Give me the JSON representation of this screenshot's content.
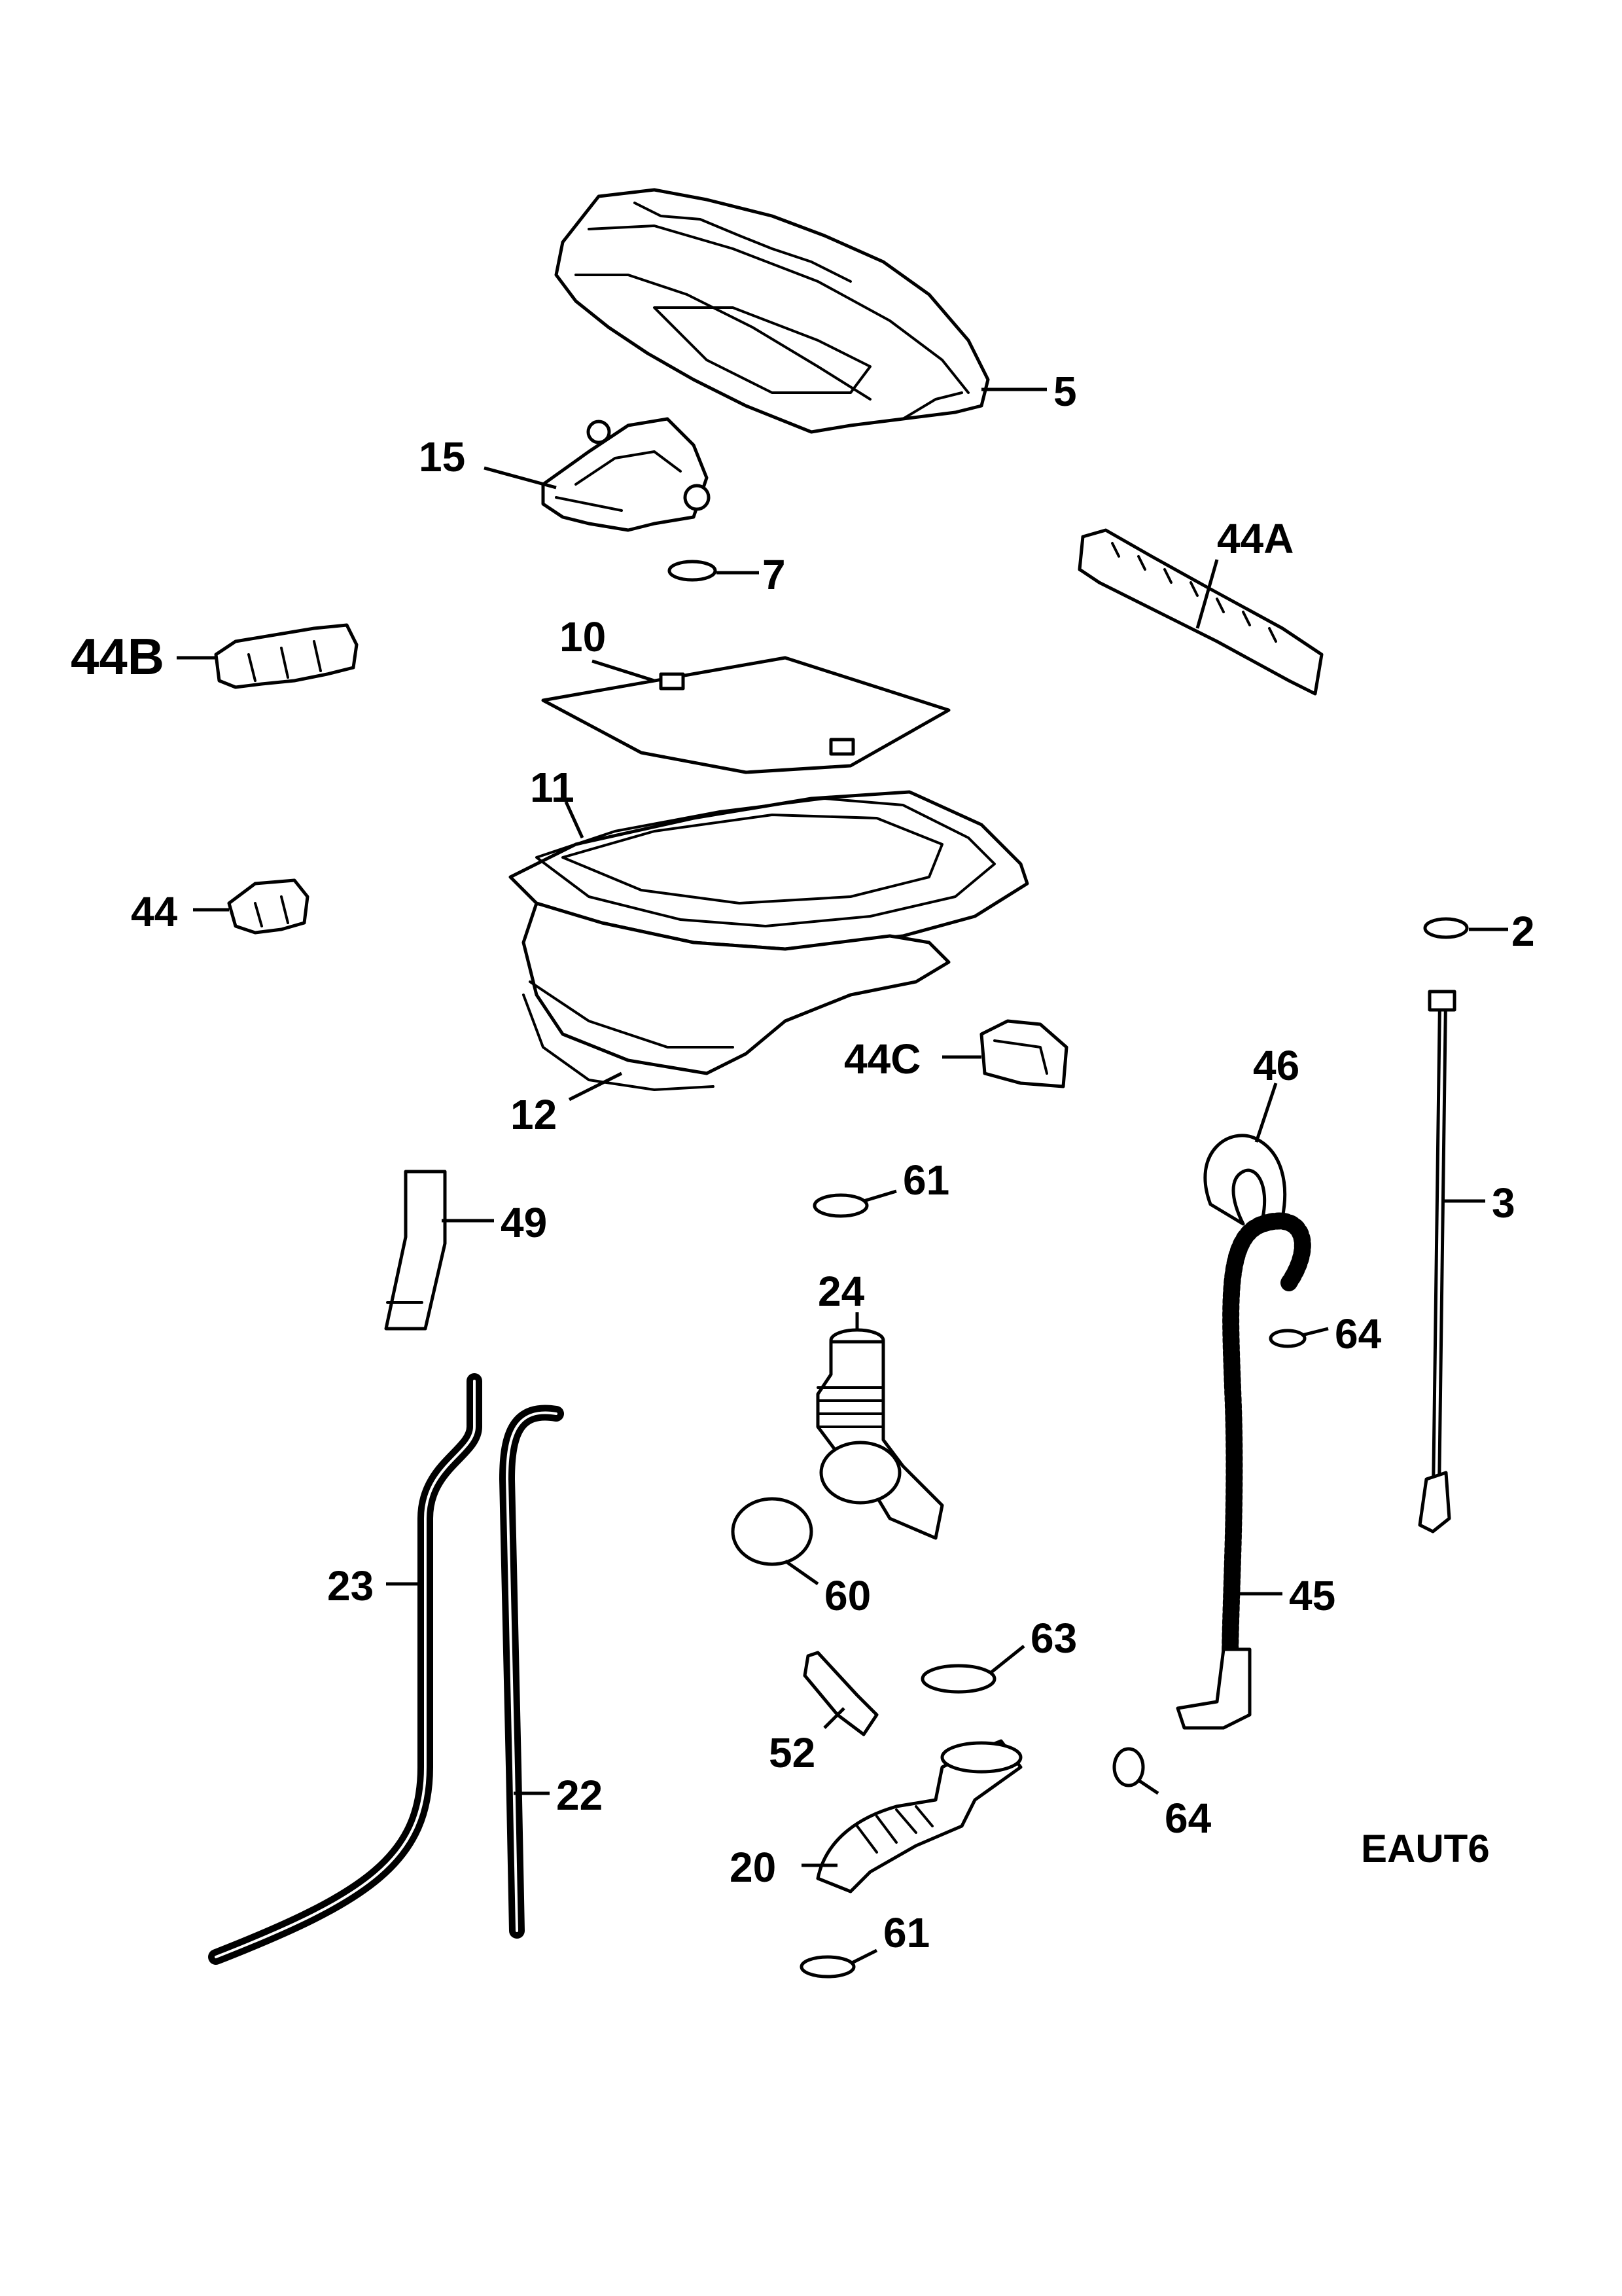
{
  "diagram_code": "EAUT6",
  "callouts": [
    {
      "id": "5",
      "label": "5"
    },
    {
      "id": "15",
      "label": "15"
    },
    {
      "id": "7",
      "label": "7"
    },
    {
      "id": "44A",
      "label": "44A"
    },
    {
      "id": "44B",
      "label": "44B"
    },
    {
      "id": "10",
      "label": "10"
    },
    {
      "id": "11",
      "label": "11"
    },
    {
      "id": "44",
      "label": "44"
    },
    {
      "id": "2",
      "label": "2"
    },
    {
      "id": "44C",
      "label": "44C"
    },
    {
      "id": "12",
      "label": "12"
    },
    {
      "id": "46",
      "label": "46"
    },
    {
      "id": "61a",
      "label": "61"
    },
    {
      "id": "49",
      "label": "49"
    },
    {
      "id": "3",
      "label": "3"
    },
    {
      "id": "24",
      "label": "24"
    },
    {
      "id": "64a",
      "label": "64"
    },
    {
      "id": "23",
      "label": "23"
    },
    {
      "id": "60",
      "label": "60"
    },
    {
      "id": "45",
      "label": "45"
    },
    {
      "id": "63",
      "label": "63"
    },
    {
      "id": "52",
      "label": "52"
    },
    {
      "id": "22",
      "label": "22"
    },
    {
      "id": "64b",
      "label": "64"
    },
    {
      "id": "20",
      "label": "20"
    },
    {
      "id": "61b",
      "label": "61"
    }
  ]
}
